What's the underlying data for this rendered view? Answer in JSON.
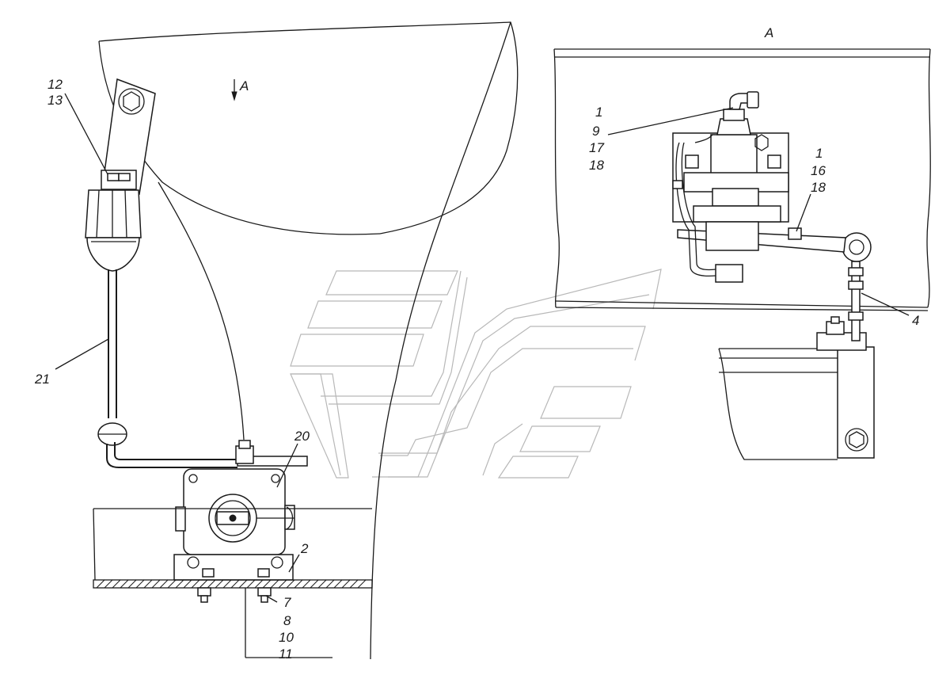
{
  "view_label": "A",
  "view_arrow_label": "A",
  "callouts": {
    "c12": "12",
    "c13": "13",
    "c21": "21",
    "c20": "20",
    "c2": "2",
    "c7": "7",
    "c8": "8",
    "c10": "10",
    "c11": "11",
    "c1a": "1",
    "c9": "9",
    "c17": "17",
    "c18a": "18",
    "c1b": "1",
    "c16": "16",
    "c18b": "18",
    "c4": "4"
  }
}
